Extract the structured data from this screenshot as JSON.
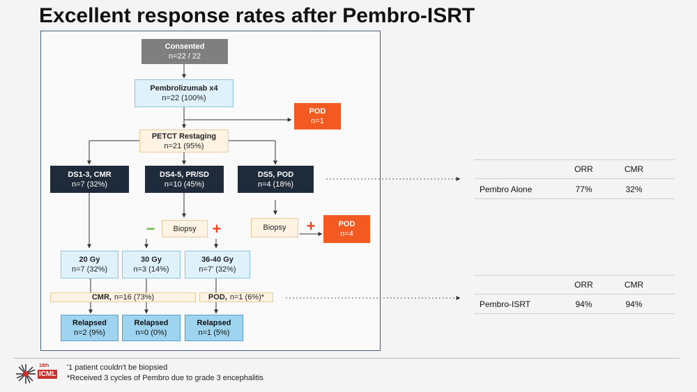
{
  "title": "Excellent response rates after Pembro-ISRT",
  "flow": {
    "consented": {
      "label": "Consented",
      "value": "n=22 / 22"
    },
    "pembro": {
      "label": "Pembrolizumab x4",
      "value": "n=22 (100%)"
    },
    "pod_top": {
      "label": "POD",
      "value": "n=1"
    },
    "petct": {
      "label": "PETCT Restaging",
      "value": "n=21 (95%)"
    },
    "ds13": {
      "label": "DS1-3, CMR",
      "value": "n=7 (32%)"
    },
    "ds45": {
      "label": "DS4-5, PR/SD",
      "value": "n=10 (45%)"
    },
    "ds5": {
      "label": "DS5, POD",
      "value": "n=4 (18%)"
    },
    "biopsy_mid": {
      "label": "Biopsy"
    },
    "minus_sign": "−",
    "plus_sign_mid": "+",
    "biopsy_right": {
      "label": "Biopsy"
    },
    "plus_sign_right": "+",
    "pod_right": {
      "label": "POD",
      "value": "n=4"
    },
    "gy20": {
      "label": "20 Gy",
      "value": "n=7 (32%)"
    },
    "gy30": {
      "label": "30 Gy",
      "value": "n=3 (14%)"
    },
    "gy36": {
      "label": "36-40 Gy",
      "value": "n=7' (32%)"
    },
    "cmr_bar": {
      "label": "CMR,",
      "value": "n=16 (73%)"
    },
    "pod_bar": {
      "label": "POD,",
      "value": "n=1 (6%)*"
    },
    "relapsed1": {
      "label": "Relapsed",
      "value": "n=2 (9%)"
    },
    "relapsed2": {
      "label": "Relapsed",
      "value": "n=0 (0%)"
    },
    "relapsed3": {
      "label": "Relapsed",
      "value": "n=1 (5%)"
    }
  },
  "table_alone": {
    "col1": "ORR",
    "col2": "CMR",
    "row_label": "Pembro Alone",
    "orr": "77%",
    "cmr": "32%"
  },
  "table_isrt": {
    "col1": "ORR",
    "col2": "CMR",
    "row_label": "Pembro-ISRT",
    "orr": "94%",
    "cmr": "94%"
  },
  "logo": {
    "edition": "18th",
    "name": "ICML"
  },
  "footnotes": [
    "'1 patient couldn't be biopsied",
    "*Received 3 cycles of Pembro due to grade 3 encephalitis"
  ],
  "colors": {
    "dark_box": "#1f2a3a",
    "orange_box": "#f25a22",
    "light_box": "#dff1fb",
    "cream_box": "#fff4e3",
    "relapsed_box": "#9fd4f0"
  }
}
